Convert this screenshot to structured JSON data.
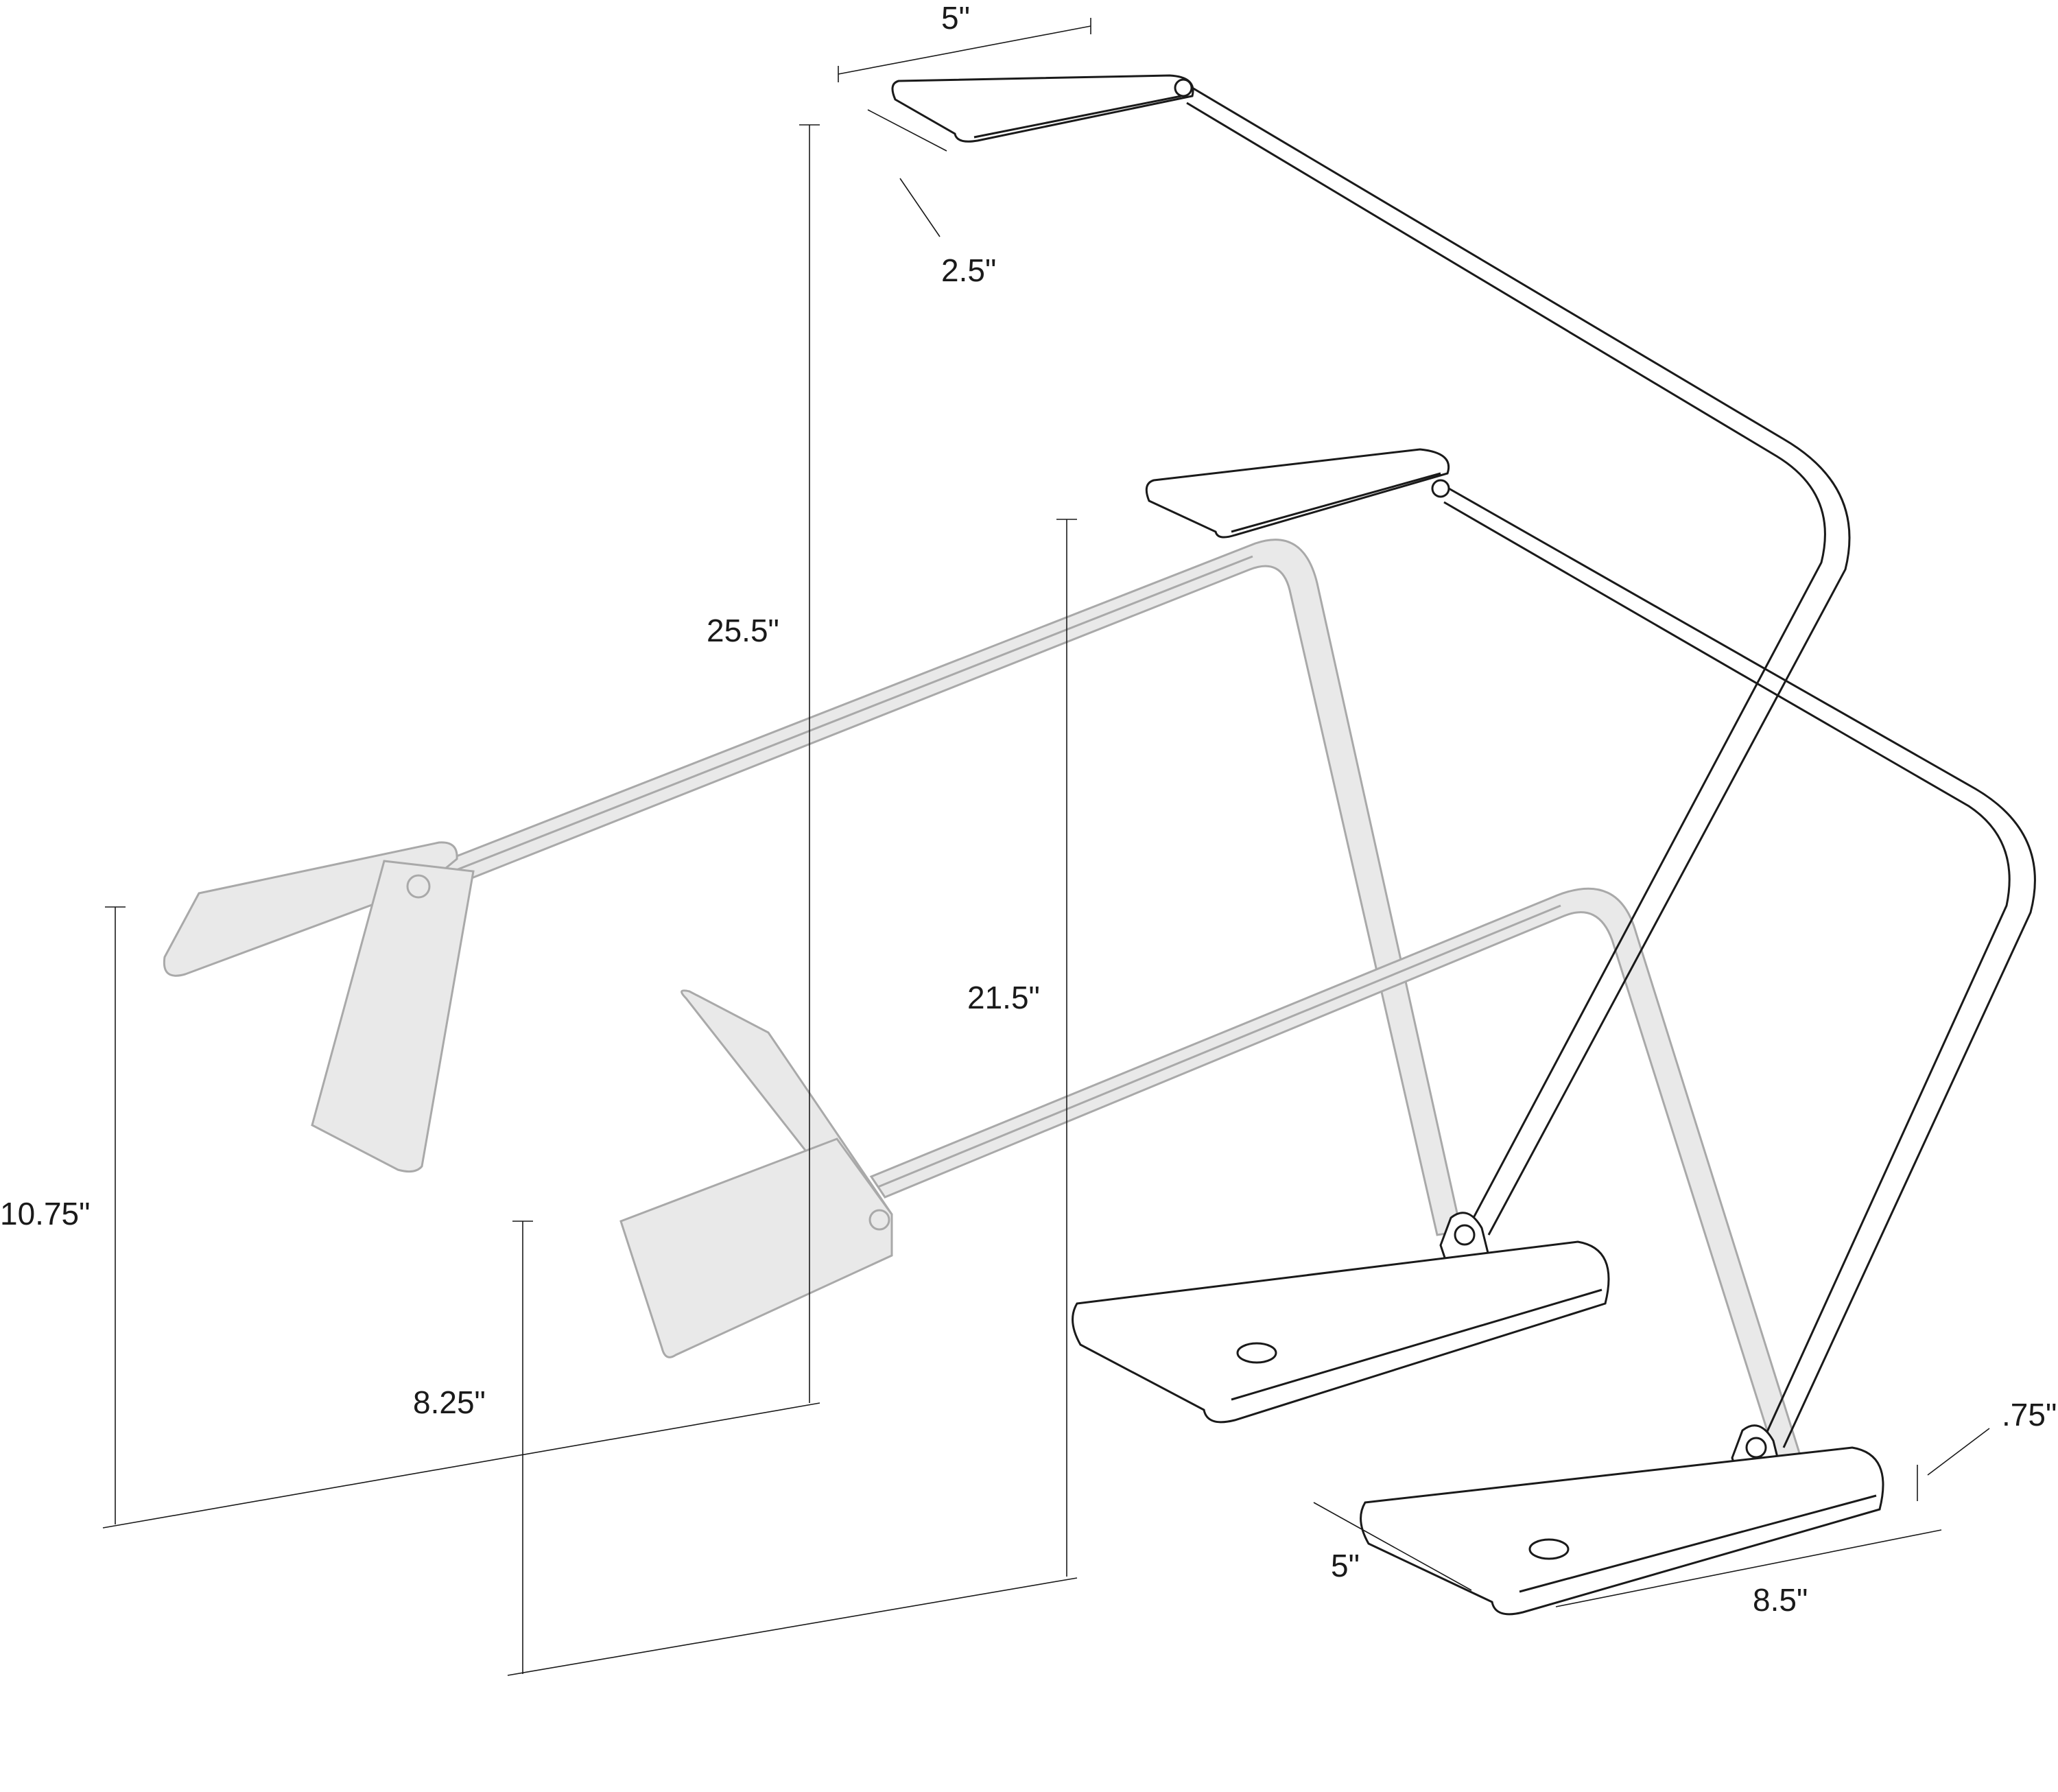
{
  "diagram": {
    "colors": {
      "ink": "#1a1a1a",
      "ghost_stroke": "#a9a9a9",
      "ghost_fill": "#e9e9e9",
      "background": "#ffffff"
    },
    "dimensions": {
      "head_length": "5\"",
      "head_width": "2.5\"",
      "tall_height": "25.5\"",
      "short_height": "21.5\"",
      "folded_tall_height": "10.75\"",
      "folded_short_height": "8.25\"",
      "base_thickness": ".75\"",
      "base_width": "5\"",
      "base_length": "8.5\""
    }
  }
}
